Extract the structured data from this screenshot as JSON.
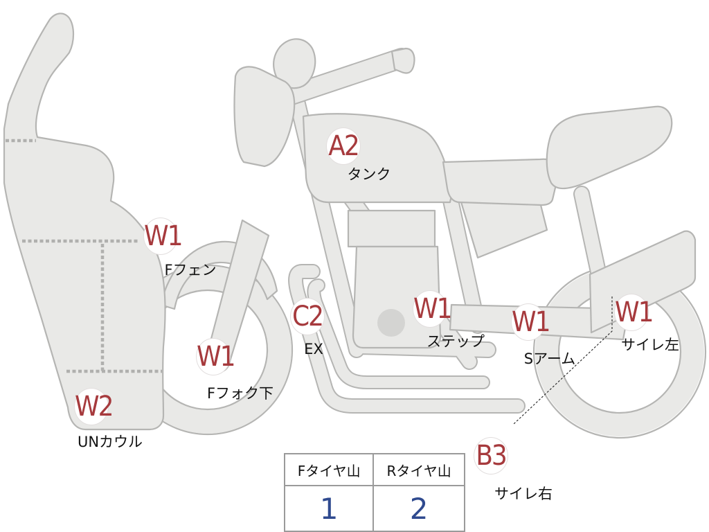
{
  "markers": [
    {
      "id": "tank",
      "grade": "A2",
      "part": "タンク"
    },
    {
      "id": "front-fender",
      "grade": "W1",
      "part": "Fフェン"
    },
    {
      "id": "exhaust",
      "grade": "C2",
      "part": "EX"
    },
    {
      "id": "front-fork-lower",
      "grade": "W1",
      "part": "Fフォク下"
    },
    {
      "id": "under-cowl",
      "grade": "W2",
      "part": "UNカウル"
    },
    {
      "id": "step",
      "grade": "W1",
      "part": "ステップ"
    },
    {
      "id": "swing-arm",
      "grade": "W1",
      "part": "Sアーム"
    },
    {
      "id": "muffler-left",
      "grade": "W1",
      "part": "サイレ左"
    },
    {
      "id": "muffler-right",
      "grade": "B3",
      "part": "サイレ右"
    }
  ],
  "tread_table": {
    "headers": [
      "Fタイヤ山",
      "Rタイヤ山"
    ],
    "values": [
      "1",
      "2"
    ]
  },
  "colors": {
    "grade_text": "#a63a3d",
    "tread_value": "#2f4a8f",
    "part_fill": "#e9e9e7",
    "part_outline": "#b5b5b3"
  }
}
